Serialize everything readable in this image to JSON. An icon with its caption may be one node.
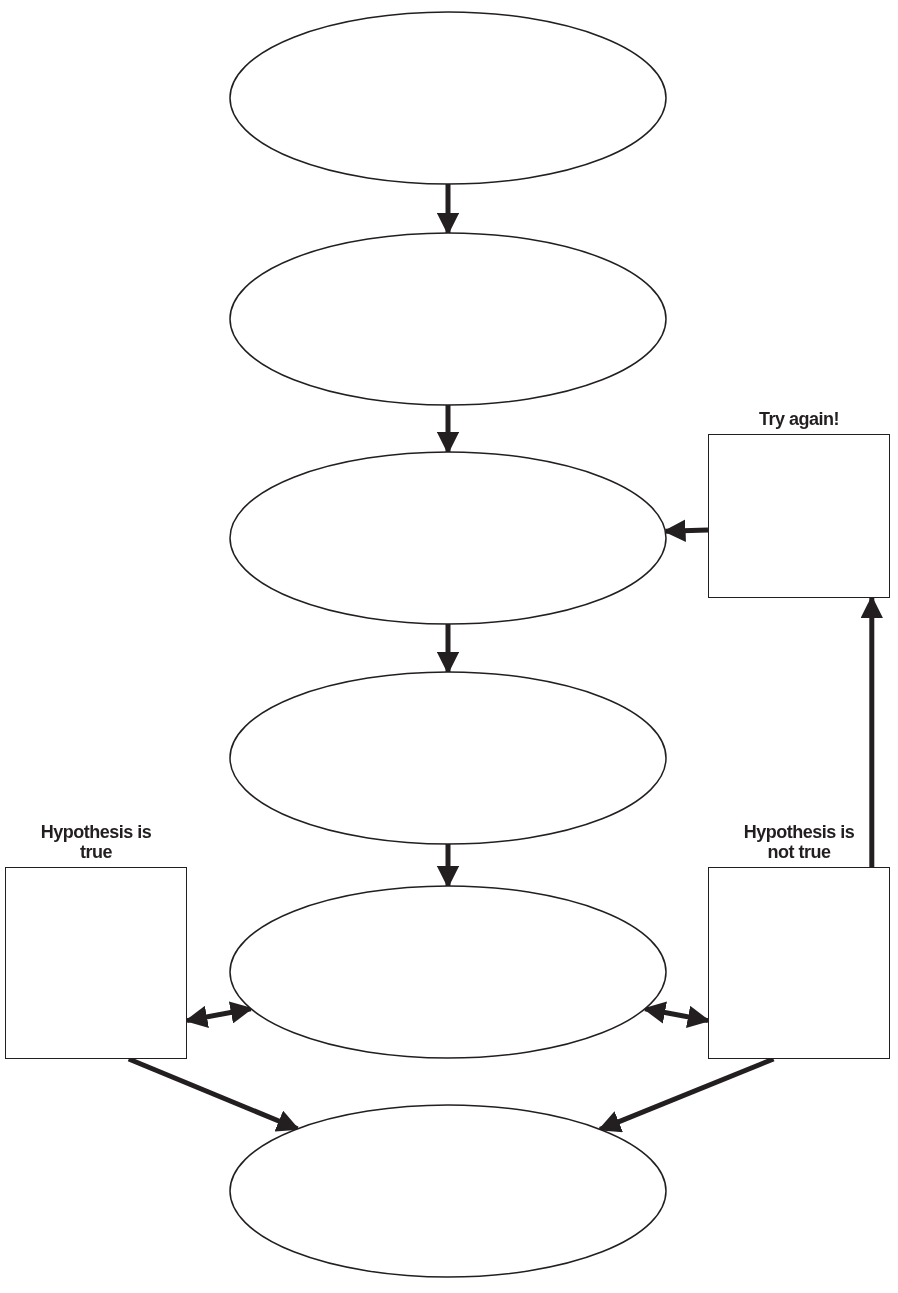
{
  "diagram": {
    "nodes": [
      {
        "text": [],
        "shape": "ellipse"
      },
      {
        "text": [],
        "shape": "ellipse"
      },
      {
        "text": [],
        "shape": "ellipse"
      },
      {
        "text": [],
        "shape": "ellipse"
      },
      {
        "text": [],
        "shape": "ellipse"
      },
      {
        "text": [],
        "shape": "ellipse"
      },
      {
        "text": [
          "Hypothesis is true"
        ]
      },
      {
        "text": [
          "Hypothesis is not true"
        ]
      },
      {
        "text": [
          "Try again!"
        ]
      }
    ],
    "edges": [
      {
        "from": 0,
        "to": 1,
        "arrow": "to"
      },
      {
        "from": 1,
        "to": 2,
        "arrow": "to"
      },
      {
        "from": 2,
        "to": 3,
        "arrow": "to"
      },
      {
        "from": 3,
        "to": 4,
        "arrow": "to"
      },
      {
        "from": 4,
        "to": 6,
        "arrow": "both"
      },
      {
        "from": 4,
        "to": 7,
        "arrow": "both"
      },
      {
        "from": 6,
        "to": 5,
        "arrow": "to"
      },
      {
        "from": 7,
        "to": 5,
        "arrow": "to"
      },
      {
        "from": 7,
        "to": 8,
        "arrow": "to"
      },
      {
        "from": 8,
        "to": 2,
        "arrow": "to"
      }
    ]
  }
}
